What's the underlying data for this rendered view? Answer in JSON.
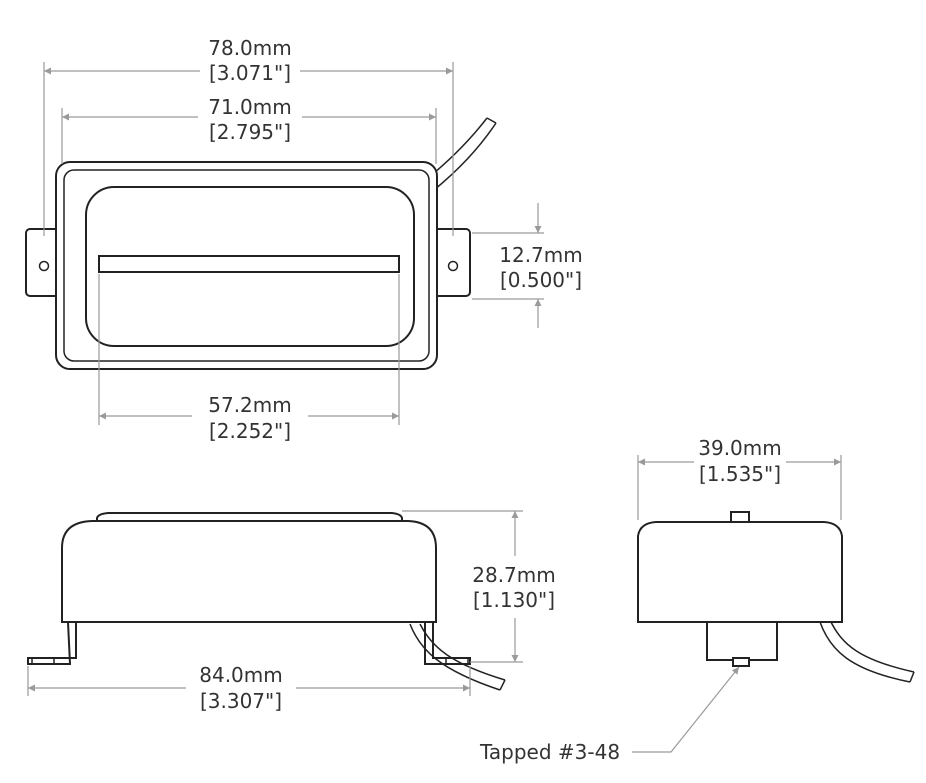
{
  "top_view": {
    "overall_width": {
      "mm": "78.0mm",
      "inch": "[3.071\"]"
    },
    "ring_width": {
      "mm": "71.0mm",
      "inch": "[2.795\"]"
    },
    "pole_width": {
      "mm": "57.2mm",
      "inch": "[2.252\"]"
    },
    "pole_offset": {
      "mm": "12.7mm",
      "inch": "[0.500\"]"
    }
  },
  "front_view": {
    "height": {
      "mm": "28.7mm",
      "inch": "[1.130\"]"
    },
    "length": {
      "mm": "84.0mm",
      "inch": "[3.307\"]"
    }
  },
  "side_view": {
    "width": {
      "mm": "39.0mm",
      "inch": "[1.535\"]"
    },
    "tap_note": "Tapped #3-48"
  }
}
